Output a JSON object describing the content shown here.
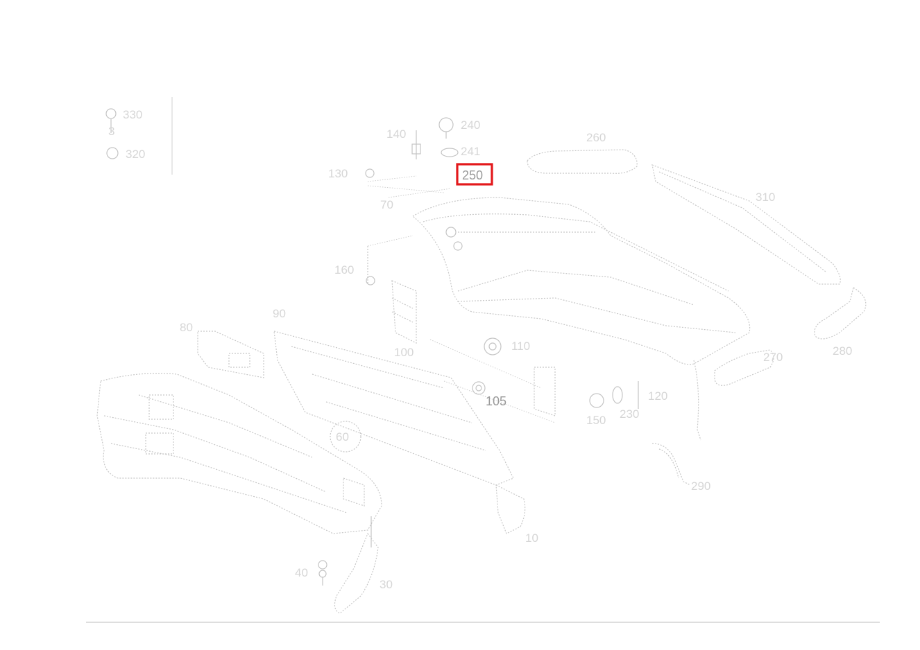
{
  "diagram": {
    "callouts": [
      {
        "id": "c330",
        "label": "330"
      },
      {
        "id": "c320",
        "label": "320"
      },
      {
        "id": "c140",
        "label": "140"
      },
      {
        "id": "c240",
        "label": "240"
      },
      {
        "id": "c241",
        "label": "241"
      },
      {
        "id": "c250",
        "label": "250",
        "highlighted": true
      },
      {
        "id": "c130",
        "label": "130"
      },
      {
        "id": "c70",
        "label": "70"
      },
      {
        "id": "c260",
        "label": "260"
      },
      {
        "id": "c310",
        "label": "310"
      },
      {
        "id": "c160",
        "label": "160"
      },
      {
        "id": "c100",
        "label": "100"
      },
      {
        "id": "c110",
        "label": "110"
      },
      {
        "id": "c105",
        "label": "105"
      },
      {
        "id": "c150",
        "label": "150"
      },
      {
        "id": "c120",
        "label": "120"
      },
      {
        "id": "c270",
        "label": "270"
      },
      {
        "id": "c280",
        "label": "280"
      },
      {
        "id": "c290",
        "label": "290"
      },
      {
        "id": "c230",
        "label": "230"
      },
      {
        "id": "c80",
        "label": "80"
      },
      {
        "id": "c90",
        "label": "90"
      },
      {
        "id": "c60",
        "label": "60"
      },
      {
        "id": "c10",
        "label": "10"
      },
      {
        "id": "c40",
        "label": "40"
      },
      {
        "id": "c30",
        "label": "30"
      },
      {
        "id": "c3",
        "label": "3"
      }
    ],
    "highlight_color": "#e3191c"
  }
}
